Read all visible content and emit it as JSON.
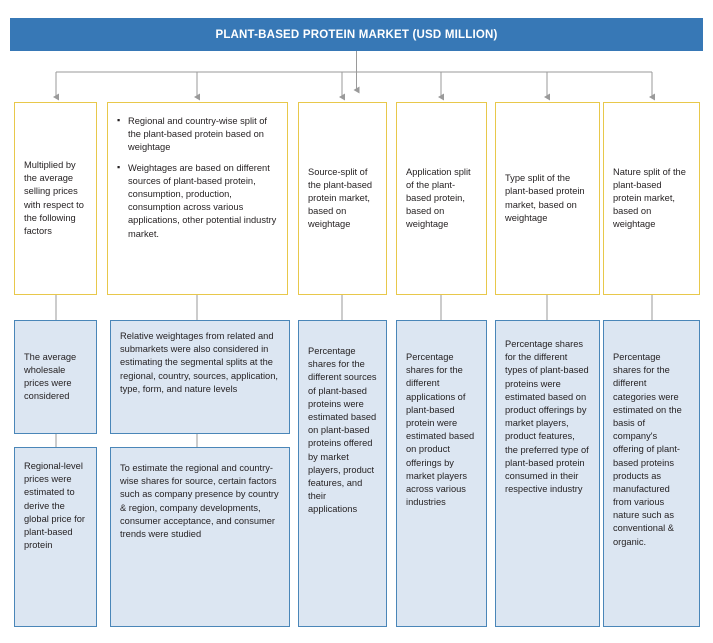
{
  "header": {
    "title": "PLANT-BASED PROTEIN MARKET (USD MILLION)"
  },
  "colors": {
    "header_blue": "#3778b6",
    "yellow_border": "#e8c84b",
    "blue_fill": "#dce6f2",
    "blue_border": "#4a86b8",
    "connector_gray": "#9a9a9a",
    "text": "#231f20"
  },
  "columns": [
    {
      "id": "col-1",
      "top_box": {
        "text": "Multiplied by the average selling prices with respect to the following factors"
      },
      "mid_box": {
        "text": "The average wholesale prices were considered"
      },
      "bottom_box": {
        "text": "Regional-level prices were estimated to derive the global price for plant-based protein"
      }
    },
    {
      "id": "col-2",
      "top_box": {
        "bullets": [
          "Regional and country-wise split of the plant-based protein based on weightage",
          "Weightages are based on different sources of plant-based protein, consumption, production, consumption across various applications, other potential industry market."
        ]
      },
      "mid_box": {
        "text": "Relative weightages from related and submarkets were also considered in estimating the segmental splits at the regional, country, sources, application, type, form, and nature levels"
      },
      "bottom_box": {
        "text": "To estimate the regional and country-wise shares for source, certain factors such as company presence by country &  region, company developments, consumer acceptance, and consumer trends were studied"
      }
    },
    {
      "id": "col-3",
      "top_box": {
        "text": "Source-split of the plant-based protein market, based on weightage"
      },
      "tall_box": {
        "text": "Percentage shares for the different sources of plant-based proteins were estimated based on plant-based proteins offered by market players, product features, and their applications"
      }
    },
    {
      "id": "col-4",
      "top_box": {
        "text": "Application split of the plant-based protein, based on weightage"
      },
      "tall_box": {
        "text": "Percentage shares for the different applications of plant-based protein were estimated based on product offerings by market players across various industries"
      }
    },
    {
      "id": "col-5",
      "top_box": {
        "text": "Type split of the plant-based protein market, based on weightage"
      },
      "tall_box": {
        "text": "Percentage shares for the different types of plant-based proteins were estimated based on product offerings by market players, product features, the preferred type of plant-based protein consumed in their respective industry"
      }
    },
    {
      "id": "col-6",
      "top_box": {
        "text": "Nature split of the plant-based protein market, based on weightage"
      },
      "tall_box": {
        "text": "Percentage shares for the different categories were estimated on the basis of company's offering of plant-based proteins products as manufactured from various nature such as conventional & organic."
      }
    }
  ]
}
